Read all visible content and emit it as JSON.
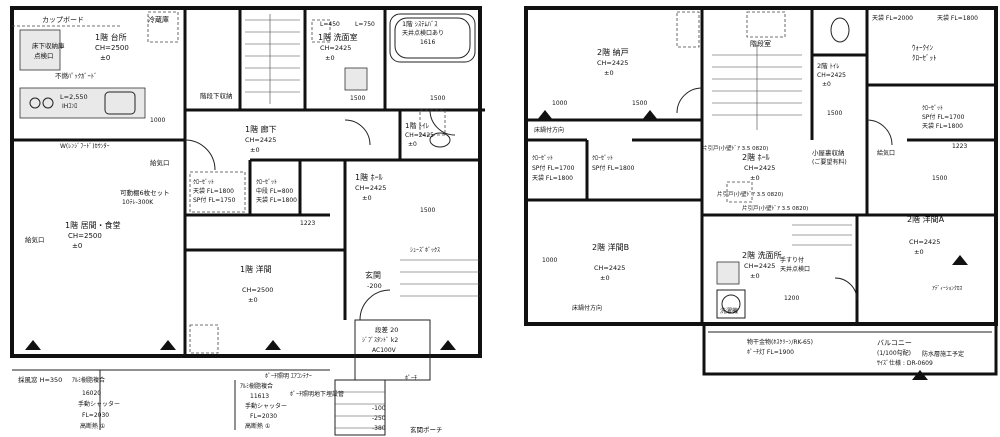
{
  "floor1": {
    "kitchen": {
      "name": "1階 台所",
      "ch": "CH=2500",
      "level": "±0",
      "board": "カップボード",
      "fridge": "冷蔵庫"
    },
    "kitchen_unit": {
      "label": "L=2,550",
      "sub": "IHｺﾝﾛ"
    },
    "island": {
      "label": "不燃ﾊﾟｯｸｶﾞｰﾄﾞ"
    },
    "underfloor": {
      "label": "床下収納庫",
      "sub": "点検口"
    },
    "range_hood": {
      "label": "W(ﾚﾝｼﾞﾌｰﾄﾞ)ｶｳﾝﾀｰ"
    },
    "ldk": {
      "name": "1階 居間・食堂",
      "ch": "CH=2500",
      "level": "±0",
      "outlet": "給気口"
    },
    "tv": {
      "label": "可動棚6枚セット",
      "sub": "10ﾃﾚ-300K"
    },
    "washroom": {
      "name": "1階 洗面室",
      "ch": "CH=2425",
      "level": "±0",
      "l450": "L=450",
      "l750": "L=750"
    },
    "bath": {
      "name": "1階 ｼｽﾃﾑﾊﾞｽ",
      "sub": "天井点検口あり",
      "size": "1616"
    },
    "hall_down": {
      "name": "1階 廊下",
      "ch": "CH=2425",
      "level": "±0"
    },
    "toilet": {
      "name": "1階 ﾄｲﾚ",
      "ch": "CH=2425",
      "level": "±0"
    },
    "stairs_under": {
      "label": "階段下収納"
    },
    "closet1": {
      "name": "ｸﾛｰｾﾞｯﾄ",
      "a": "天袋 FL=1800",
      "b": "SP付 FL=1750"
    },
    "closet2": {
      "name": "ｸﾛｰｾﾞｯﾄ",
      "a": "中段 FL=800",
      "b": "天袋 FL=1800"
    },
    "hall": {
      "name": "1階 ﾎｰﾙ",
      "ch": "CH=2425",
      "level": "±0"
    },
    "western": {
      "name": "1階 洋間",
      "ch": "CH=2500",
      "level": "±0"
    },
    "genkan": {
      "name": "玄関",
      "level": "-200"
    },
    "shoes": {
      "label": "ｼｭｰｽﾞﾎﾞｯｸｽ"
    },
    "porch": {
      "label": "玄関ポーチ"
    },
    "entry_step": {
      "label": "段差 20"
    },
    "entry_note": {
      "label": "ｼﾞﾌﾞｽﾀﾝﾄﾞ k2",
      "sub": "AC100V"
    },
    "bottom": {
      "b1": "採風窓 H=350",
      "b2": "ｱﾙﾐ樹脂複合",
      "b3": "16020",
      "b4": "手動シャッター",
      "b5": "FL=2030",
      "b6": "高断熱 ①",
      "b7": "ｱﾙﾐ樹脂複合",
      "b8": "11613",
      "b9": "手動シャッター",
      "b10": "FL=2030",
      "b11": "高断熱 ①",
      "b12": "ﾎﾟｰﾁ照明 ｴｱｺﾝﾃﾅｰ",
      "b13": "ﾎﾟｰﾁ照明地下埋設管",
      "b14": "ﾎﾟｰﾁ",
      "l1": "-100",
      "l2": "-250",
      "l3": "-380"
    },
    "dims": {
      "d1": "1000",
      "d2": "1500",
      "d3": "1223",
      "d4": "1500",
      "d5": "1500"
    }
  },
  "floor2": {
    "storage": {
      "name": "2階 納戸",
      "ch": "CH=2425",
      "level": "±0"
    },
    "stairwell": {
      "label": "階段室"
    },
    "toilet": {
      "name": "2階 ﾄｲﾚ",
      "ch": "CH=2425",
      "level": "±0"
    },
    "walkin": {
      "name": "ｳｫｰｸｲﾝ",
      "sub": "ｸﾛｰｾﾞｯﾄ",
      "a": "天袋 FL=2000",
      "b": "天袋 FL=1800"
    },
    "closet_a": {
      "name": "ｸﾛｰｾﾞｯﾄ",
      "a": "SP付 FL=1700",
      "b": "天袋 FL=1800"
    },
    "closet_b": {
      "name": "ｸﾛｰｾﾞｯﾄ",
      "a": "SP付 FL=1700",
      "b": "天袋 FL=1800"
    },
    "closet_c": {
      "name": "ｸﾛｰｾﾞｯﾄ",
      "a": "SP付 FL=1800"
    },
    "hall": {
      "name": "2階 ﾎｰﾙ",
      "ch": "CH=2425",
      "level": "±0"
    },
    "shelf": {
      "label": "小屋裏収納",
      "sub": "(ご要望有料)"
    },
    "room_b": {
      "name": "2階 洋間B",
      "ch": "CH=2425",
      "level": "±0"
    },
    "room_a": {
      "name": "2階 洋間A",
      "ch": "CH=2425",
      "level": "±0"
    },
    "washroom": {
      "name": "2階 洗面所",
      "ch": "CH=2425",
      "level": "±0"
    },
    "laundry": {
      "label": "洗濯機"
    },
    "wash_note": {
      "label": "手すり付",
      "sub": "天井点検口"
    },
    "balcony": {
      "name": "バルコニー",
      "sub": "(1/100勾配)",
      "note": "ｻｲｽﾞ仕様 : DR-0609"
    },
    "balcony_items": {
      "a": "物干金物(ﾎｽｸﾘｰﾝ/RK-65)",
      "b": "ﾎﾟｰﾁ灯 FL=1900"
    },
    "door_note": {
      "a": "片引戸(小壁ﾄﾞｱ 3.5 0820)",
      "b": "片引戸(小壁ﾄﾞｱ 3.5 0820)",
      "c": "片引戸(小壁ﾄﾞｱ 3.5 0820)"
    },
    "window_note": {
      "a": "床鍋付方向",
      "b": "床鍋付方向"
    },
    "anchor": {
      "label": "ｱﾃﾞｨｰｼｮﾝｸﾛｽ"
    },
    "outlet": {
      "label": "給気口"
    },
    "drain": {
      "label": "防水層施工予定"
    },
    "dims": {
      "d1": "1000",
      "d2": "1500",
      "d3": "1500",
      "d4": "1000",
      "d5": "1200",
      "d6": "1223",
      "d7": "1500"
    }
  }
}
